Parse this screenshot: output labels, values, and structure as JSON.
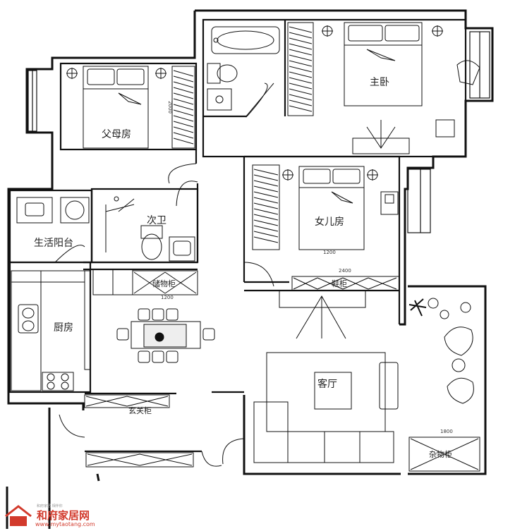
{
  "rooms": {
    "master_bedroom": "主卧",
    "elder_room": "父母房",
    "daughter_room": "女儿房",
    "guest_bath": "次卫",
    "laundry": "生活阳台",
    "kitchen": "厨房",
    "living_room": "客厅",
    "shoe_cabinet": "鞋柜",
    "storage_cabinet": "储物柜",
    "entry_cabinet": "玄关柜",
    "sundries_cabinet": "杂物柜"
  },
  "dimensions": {
    "d_elder_bed": "2000",
    "d_daughter_bed_w": "1200",
    "d_cabinet_top": "2400",
    "d_storage": "1200",
    "d_balcony": "1800"
  },
  "watermark": {
    "brand": "和府家居网",
    "url": "www.mytaotang.com",
    "slogan": "和府家居 相伴你"
  },
  "colors": {
    "line": "#111111",
    "accent": "#d23a2c"
  }
}
